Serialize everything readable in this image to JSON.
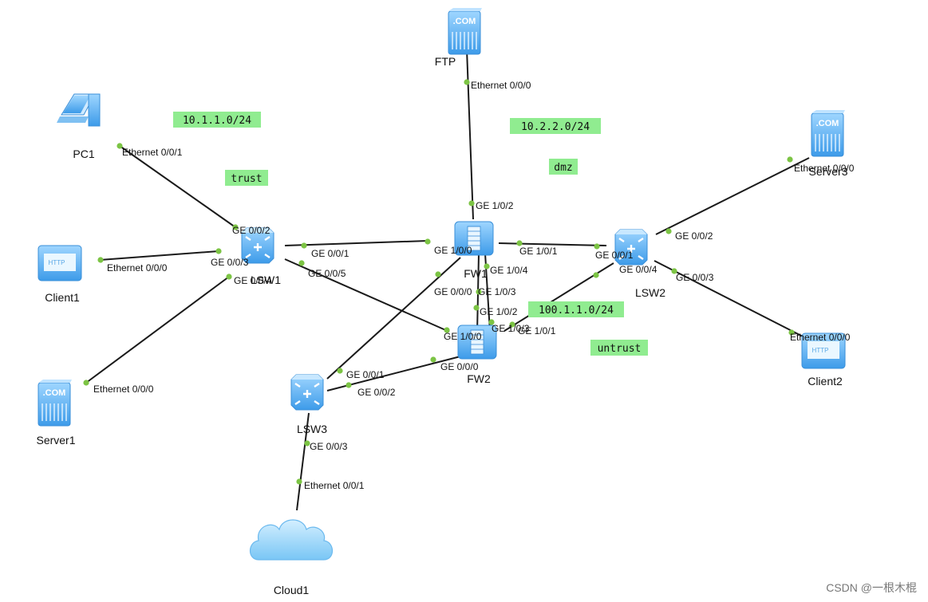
{
  "devices": [
    {
      "id": "PC1",
      "label": "PC1",
      "icon": "pc-icon"
    },
    {
      "id": "Client1",
      "label": "Client1",
      "icon": "http-client-icon"
    },
    {
      "id": "Server1",
      "label": "Server1",
      "icon": "server-icon"
    },
    {
      "id": "LSW1",
      "label": "LSW1",
      "icon": "switch-icon"
    },
    {
      "id": "FTP",
      "label": "FTP",
      "icon": "server-icon"
    },
    {
      "id": "FW1",
      "label": "FW1",
      "icon": "firewall-icon"
    },
    {
      "id": "FW2",
      "label": "FW2",
      "icon": "firewall-icon"
    },
    {
      "id": "LSW2",
      "label": "LSW2",
      "icon": "switch-icon"
    },
    {
      "id": "Server3",
      "label": "Server3",
      "icon": "server-icon"
    },
    {
      "id": "Client2",
      "label": "Client2",
      "icon": "http-client-icon"
    },
    {
      "id": "LSW3",
      "label": "LSW3",
      "icon": "switch-icon"
    },
    {
      "id": "Cloud1",
      "label": "Cloud1",
      "icon": "cloud-icon"
    }
  ],
  "links": [
    {
      "a": "PC1",
      "b": "LSW1",
      "a_port": "Ethernet 0/0/1",
      "b_port": "GE 0/0/2"
    },
    {
      "a": "Client1",
      "b": "LSW1",
      "a_port": "Ethernet 0/0/0",
      "b_port": "GE 0/0/3"
    },
    {
      "a": "Server1",
      "b": "LSW1",
      "a_port": "Ethernet 0/0/0",
      "b_port": "GE 0/0/4"
    },
    {
      "a": "LSW1",
      "b": "FW1",
      "a_port": "GE 0/0/1",
      "b_port": "GE 1/0/0"
    },
    {
      "a": "LSW1",
      "b": "FW2",
      "a_port": "GE 0/0/5",
      "b_port": "GE 1/0/0"
    },
    {
      "a": "FTP",
      "b": "FW1",
      "a_port": "Ethernet 0/0/0",
      "b_port": "GE 1/0/2"
    },
    {
      "a": "FW1",
      "b": "LSW2",
      "a_port": "GE 1/0/1",
      "b_port": "GE 0/0/1"
    },
    {
      "a": "FW2",
      "b": "LSW2",
      "a_port": "GE 1/0/1",
      "b_port": "GE 0/0/4"
    },
    {
      "a": "LSW2",
      "b": "Server3",
      "a_port": "GE 0/0/2",
      "b_port": "Ethernet 0/0/0"
    },
    {
      "a": "LSW2",
      "b": "Client2",
      "a_port": "GE 0/0/3",
      "b_port": "Ethernet 0/0/0"
    },
    {
      "a": "FW1",
      "b": "LSW3",
      "a_port": "GE 0/0/0",
      "b_port": "GE 0/0/1"
    },
    {
      "a": "FW2",
      "b": "LSW3",
      "a_port": "GE 0/0/0",
      "b_port": "GE 0/0/2"
    },
    {
      "a": "LSW3",
      "b": "Cloud1",
      "a_port": "GE 0/0/3",
      "b_port": "Ethernet 0/0/1"
    },
    {
      "a": "FW1",
      "b": "FW2",
      "a_port": "GE 1/0/4",
      "b_port": "GE 1/0/3"
    },
    {
      "a": "FW1",
      "b": "FW2",
      "a_port": "GE 1/0/3",
      "b_port": "GE 1/0/2"
    }
  ],
  "networks": [
    {
      "text": "10.1.1.0/24",
      "color": "#90ec90"
    },
    {
      "text": "trust",
      "color": "#90ec90"
    },
    {
      "text": "10.2.2.0/24",
      "color": "#90ec90"
    },
    {
      "text": "dmz",
      "color": "#90ec90"
    },
    {
      "text": "100.1.1.0/24",
      "color": "#90ec90"
    },
    {
      "text": "untrust",
      "color": "#90ec90"
    }
  ],
  "watermark": "CSDN @一根木棍",
  "colors": {
    "link": "#1a1a1a",
    "port_dot": "#7cc444",
    "zone_tag": "#90ec90",
    "device_blue": "#4aa8f0"
  }
}
